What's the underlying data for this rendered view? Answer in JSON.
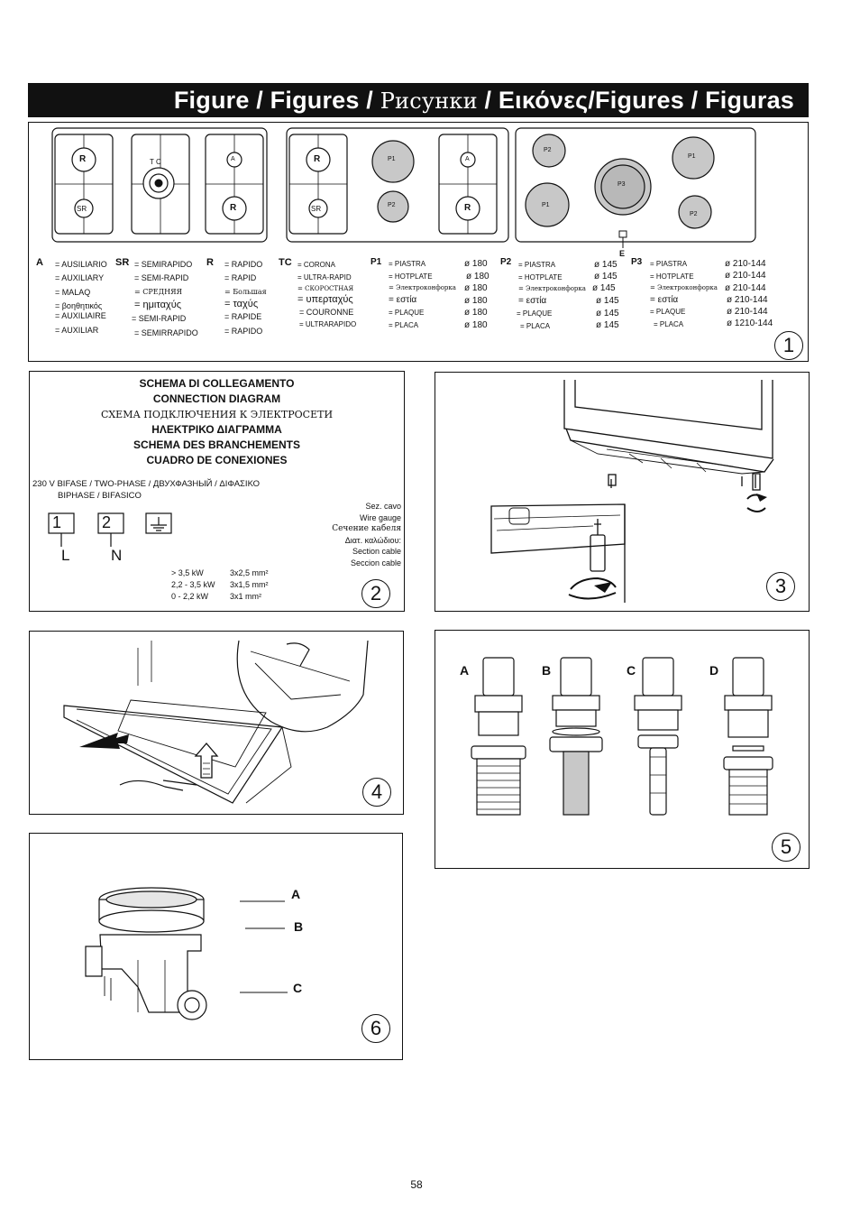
{
  "title": {
    "part1": "Figure",
    "sep1": " / ",
    "part2": "Figures",
    "sep2": " / ",
    "part3": "Рисунки",
    "sep3": " / ",
    "part4": "Εικόνες/Figures / Figuras"
  },
  "fig1": {
    "number": "1",
    "burner_labels": {
      "r": "R",
      "sr": "SR",
      "a": "A",
      "tc": "T C",
      "p1": "P1",
      "p2": "P2",
      "p3": "P3",
      "e": "E"
    },
    "legend": {
      "A": {
        "key": "A",
        "items": [
          "= AUSILIARIO",
          "= AUXILIARY",
          "= MALAQ",
          "= βοηθητικός",
          "= AUXILIAIRE",
          "= AUXILIAR"
        ]
      },
      "SR": {
        "key": "SR",
        "items": [
          "= SEMIRAPIDO",
          "= SEMI-RAPID",
          "= СРЕДНЯЯ",
          "= ημιταχύς",
          "= SEMI-RAPID",
          "= SEMIRRAPIDO"
        ]
      },
      "R": {
        "key": "R",
        "items": [
          "= RAPIDO",
          "= RAPID",
          "= Бoльшая",
          "= ταχύς",
          "= RAPIDE",
          "= RAPIDO"
        ]
      },
      "TC": {
        "key": "TC",
        "items": [
          "= CORONA",
          "= ULTRA-RAPID",
          "= СКОРОСТНАЯ",
          "= υπερταχύς",
          "= COURONNE",
          "= ULTRARAPIDO"
        ]
      },
      "P1": {
        "key": "P1",
        "items": [
          "= PIASTRA",
          "= HOTPLATE",
          "= Электроконфорка",
          "= εστία",
          "= PLAQUE",
          "= PLACA"
        ],
        "sizes": [
          "ø 180",
          "ø 180",
          "ø 180",
          "ø 180",
          "ø 180",
          "ø 180"
        ]
      },
      "P2": {
        "key": "P2",
        "items": [
          "= PIASTRA",
          "= HOTPLATE",
          "= Электроконфорка",
          "= εστία",
          "= PLAQUE",
          "= PLACA"
        ],
        "sizes": [
          "ø 145",
          "ø 145",
          "ø 145",
          "ø 145",
          "ø 145",
          "ø 145"
        ]
      },
      "P3": {
        "key": "P3",
        "items": [
          "= PIASTRA",
          "= HOTPLATE",
          "= Электроконфорка",
          "= εστία",
          "= PLAQUE",
          "= PLACA"
        ],
        "sizes": [
          "ø 210-144",
          "ø 210-144",
          "ø 210-144",
          "ø 210-144",
          "ø 210-144",
          "ø 1210-144"
        ]
      }
    }
  },
  "fig2": {
    "number": "2",
    "headings": [
      "SCHEMA DI COLLEGAMENTO",
      "CONNECTION DIAGRAM",
      "СХЕМА ПОДКЛЮЧЕНИЯ К ЭЛЕКТРОСЕТИ",
      "ΗΛΕΚΤΡΙΚΟ ΔΙΑΓΡΑΜΜΑ",
      "SCHEMA DES BRANCHEMENTS",
      "CUADRO DE CONEXIONES"
    ],
    "voltage_line1": "230 V  BIFASE / TWO-PHASE / ДВУХФАЗНЫЙ / ΔΙΦΑΣΙΚΟ",
    "voltage_line2": "BIPHASE / BIFASICO",
    "terminals": [
      "1",
      "2"
    ],
    "terminal_letters": [
      "L",
      "N"
    ],
    "cable_labels": [
      "Sez. cavo",
      "Wire gauge",
      "Сечение кабеля",
      "Διατ. καλώδιου:",
      "Section cable",
      "Seccion cable"
    ],
    "power_rows": [
      {
        "power": "> 3,5 kW",
        "section": "3x2,5 mm²"
      },
      {
        "power": "2,2 - 3,5 kW",
        "section": "3x1,5 mm²"
      },
      {
        "power": "0 - 2,2 kW",
        "section": "3x1    mm²"
      }
    ]
  },
  "fig3": {
    "number": "3"
  },
  "fig4": {
    "number": "4"
  },
  "fig5": {
    "number": "5",
    "labels": [
      "A",
      "B",
      "C",
      "D"
    ]
  },
  "fig6": {
    "number": "6",
    "labels": [
      "A",
      "B",
      "C"
    ]
  },
  "page_number": "58"
}
